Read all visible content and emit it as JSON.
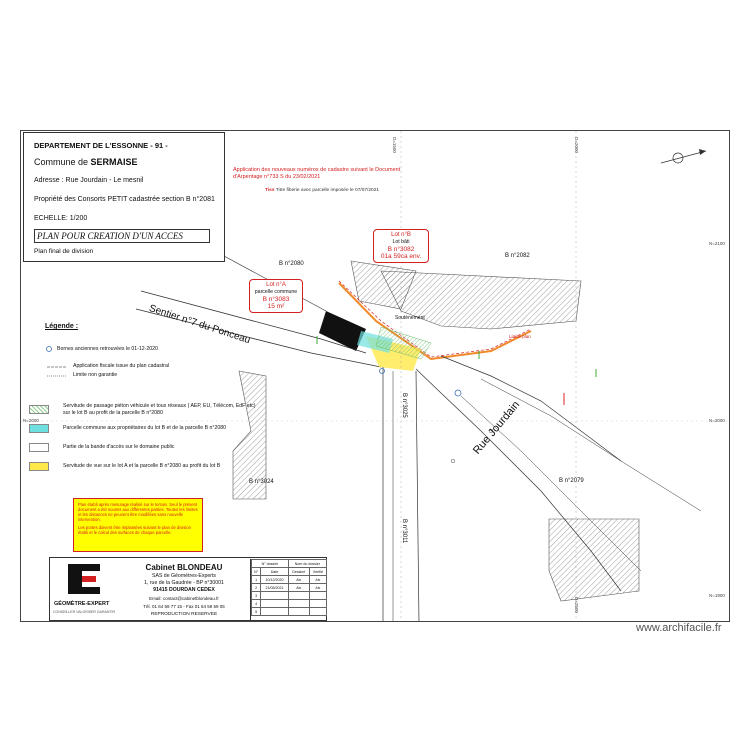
{
  "title_block": {
    "department": "DEPARTEMENT DE L'ESSONNE - 91 -",
    "commune_prefix": "Commune de ",
    "commune_name": "SERMAISE",
    "address": "Adresse :  Rue Jourdain - Le mesnil",
    "owner": "Propriété des Consorts PETIT cadastrée section B n°2081",
    "scale": "ECHELLE: 1/200",
    "plan_title": "PLAN POUR CREATION D'UN ACCES",
    "subtitle": "Plan final de division"
  },
  "notes": {
    "red_note": "Application des nouveaux numéros de cadastre suivant le Document d'Arpentage n°733 S du 23/02/2021",
    "tiss_label": "Tiss",
    "tiss_text": "Titre fiberie avec parcelle imposée le 07/07/2021"
  },
  "lots": {
    "lot_b": {
      "title": "Lot n°B",
      "sub": "Lot bâti",
      "parcel": "B n°3082",
      "area": "01a 59ca env."
    },
    "lot_a": {
      "title": "Lot n°A",
      "sub": "parcelle commune",
      "parcel": "B n°3083",
      "area": "15 m²"
    }
  },
  "parcels": {
    "p2080": "B n°2080",
    "p2082": "B n°2082",
    "p3024": "B n°3024",
    "p2079": "B n°2079",
    "p3025": "B n°3025",
    "p3011": "B n°3011"
  },
  "streets": {
    "sentier": "Sentier n°7 du Ponceau",
    "rue": "Rue Jourdain"
  },
  "map_labels": {
    "soutenement": "Soutènement",
    "limite_plan": "Limite plan"
  },
  "legend": {
    "title": "Légende :",
    "items": [
      "Bornes anciennes retrouvées le 01-12-2020",
      "Application fiscale issue du plan cadastral",
      "Limite non garantie",
      "Servitude de passage piéton véhicule et tous réseaux ( AEP, EU, Télécom, EdF etc) sur le lot B au profit de la parcelle B n°2080",
      "Parcelle commune aux propriétaires du lot B et de la parcelle B n°2080",
      "Partie de la bande d'accès sur le domaine public",
      "Servitude de vue sur le lot A et la parcelle B n°2080 au profit du lot B"
    ]
  },
  "warning": {
    "text1": "Plan établi après mesurage réalisé sur le terrain. Seul le présent document a été soumis aux différentes parties. Toutes les limites et les distances ne peuvent être modifiées sans nouvelle intervention.",
    "text2": "Les portes doivent être implantées suivant le plan de division établi et le calcul des surfaces de chaque parcelle."
  },
  "cartouche": {
    "cabinet": "Cabinet BLONDEAU",
    "company": "SAS de Géomètres-Experts",
    "address1": "1, rue de la Gaudrée - BP n°30001",
    "address2": "91415 DOURDAN CEDEX",
    "email": "Email: contact@cabinetblondeau.fr",
    "tel": "Tél. 01 64 59 77 15 - Fax 01 64 59 59 05",
    "reproduction": "REPRODUCTION RESERVEE",
    "logo_brand": "GÉOMÈTRE-EXPERT",
    "logo_tag": "CONSEILLER VALORISER GARANTIR",
    "rev_header": [
      "N° dossier",
      "Nom du dossier"
    ],
    "rev_cols": [
      "N°",
      "Date",
      "Dessiné",
      "Vérifié"
    ],
    "rev_rows": [
      [
        "1",
        "10/12/2020",
        "Alx",
        "Alx"
      ],
      [
        "2",
        "21/05/2021",
        "Alx",
        "Alx"
      ],
      [
        "3",
        "",
        "",
        ""
      ],
      [
        "4",
        "",
        "",
        ""
      ],
      [
        "5",
        "",
        "",
        ""
      ]
    ]
  },
  "axis": {
    "top1": "D=1500",
    "top2": "D=2000",
    "top3": "D=2500",
    "right1": "N=2100",
    "right2": "N=2000",
    "right3": "N=1900",
    "left1": "N=2000"
  },
  "watermark": "www.archifacile.fr",
  "colors": {
    "red": "#d42020",
    "blue": "#3a6fb5",
    "yellow": "#ffe84a",
    "green_hatch": "#8fcf8f",
    "cyan": "#6fe0e0",
    "orange": "#f08a2a"
  }
}
